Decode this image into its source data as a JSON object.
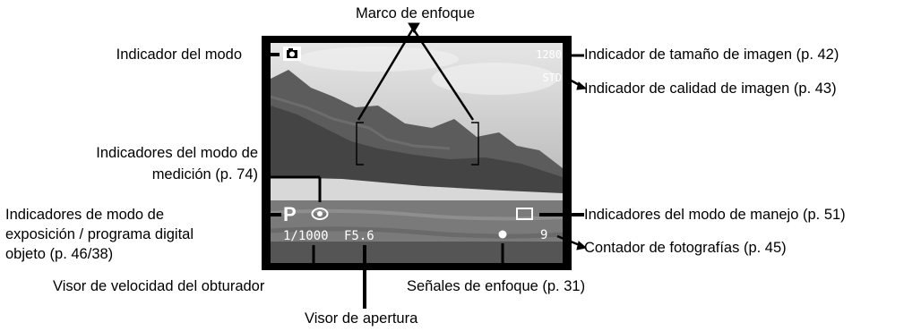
{
  "labels": {
    "focus_frame": "Marco de enfoque",
    "mode_indicator": "Indicador del modo",
    "image_size": "Indicador de tamaño de imagen (p. 42)",
    "image_quality": "Indicador de calidad de imagen (p. 43)",
    "metering_line1": "Indicadores del modo de",
    "metering_line2": "medición (p. 74)",
    "exposure_line1": "Indicadores de modo de",
    "exposure_line2": "exposición / programa digital",
    "exposure_line3": "objeto (p. 46/38)",
    "drive_mode": "Indicadores del modo de manejo (p. 51)",
    "frame_counter": "Contador de fotografías (p. 45)",
    "shutter_display": "Visor de velocidad del obturador",
    "focus_signals": "Señales de enfoque (p. 31)",
    "aperture_display": "Visor de apertura"
  },
  "screen": {
    "size_value": "1280",
    "quality_value": "STD",
    "exposure_mode": "P",
    "shutter_value": "1/1000",
    "aperture_value": "F5.6",
    "frame_count": "9",
    "icons": {
      "mode": "camera-icon",
      "metering": "metering-eye-icon",
      "drive": "single-frame-icon",
      "focus": "focus-dot-icon"
    }
  }
}
